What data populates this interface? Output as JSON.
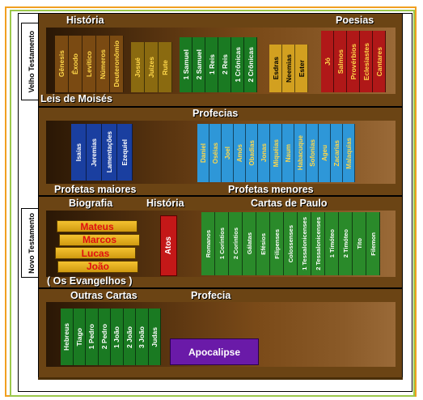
{
  "testaments": {
    "old": "Velho Testamento",
    "new": "Novo Testamento"
  },
  "sections": {
    "historia_ot": "História",
    "poesias": "Poesias",
    "leis": "Leis de Moisés",
    "profecias": "Profecias",
    "profetas_maiores": "Profetas maiores",
    "profetas_menores": "Profetas menores",
    "biografia": "Biografia",
    "historia_nt": "História",
    "cartas_paulo": "Cartas de Paulo",
    "evangelhos": "( Os Evangelhos )",
    "outras_cartas": "Outras Cartas",
    "profecia_nt": "Profecia"
  },
  "books": {
    "lei": [
      "Gênesis",
      "Êxodo",
      "Levítico",
      "Números",
      "Deuteronômio"
    ],
    "historia_a": [
      "Josué",
      "Juízes",
      "Rute"
    ],
    "historia_b": [
      "1 Samuel",
      "2 Samuel",
      "1 Reis",
      "2 Reis",
      "1 Crônicas",
      "2 Crônicas"
    ],
    "historia_c": [
      "Esdras",
      "Neemias",
      "Ester"
    ],
    "poesia": [
      "Jó",
      "Salmos",
      "Provérbios",
      "Eclesiastes",
      "Cantares"
    ],
    "profetas_maiores": [
      "Isaías",
      "Jeremias",
      "Lamentações",
      "Ezequiel"
    ],
    "profetas_menores": [
      "Daniel",
      "Oséias",
      "Joel",
      "Amós",
      "Obadias",
      "Jonas",
      "Miquéias",
      "Naum",
      "Habacuque",
      "Sofonias",
      "Ageu",
      "Zacarias",
      "Malaquias"
    ],
    "evangelhos": [
      "Mateus",
      "Marcos",
      "Lucas",
      "João"
    ],
    "atos": "Atos",
    "paulo": [
      "Romanos",
      "1 Coríntios",
      "2 Coríntios",
      "Gálatas",
      "Efésios",
      "Filipenses",
      "Colossenses",
      "1 Tessalonicenses",
      "2 Tessalonicenses",
      "1 Timóteo",
      "2 Timóteo",
      "Tito",
      "Filemon"
    ],
    "outras_cartas": [
      "Hebreus",
      "Tiago",
      "1 Pedro",
      "2 Pedro",
      "1 João",
      "2 João",
      "3 João",
      "Judas"
    ],
    "apocalipse": "Apocalipse"
  },
  "colors": {
    "brown": "#7a4a12",
    "olive": "#8a6a10",
    "green": "#1a7a22",
    "gold": "#d2a020",
    "red": "#b01818",
    "blue": "#1a3fa0",
    "sky": "#2e97d8",
    "purple": "#6a1aa8",
    "lime": "#2a8a2a",
    "label_yellow": "#ffd84a",
    "label_red": "#e01010"
  }
}
